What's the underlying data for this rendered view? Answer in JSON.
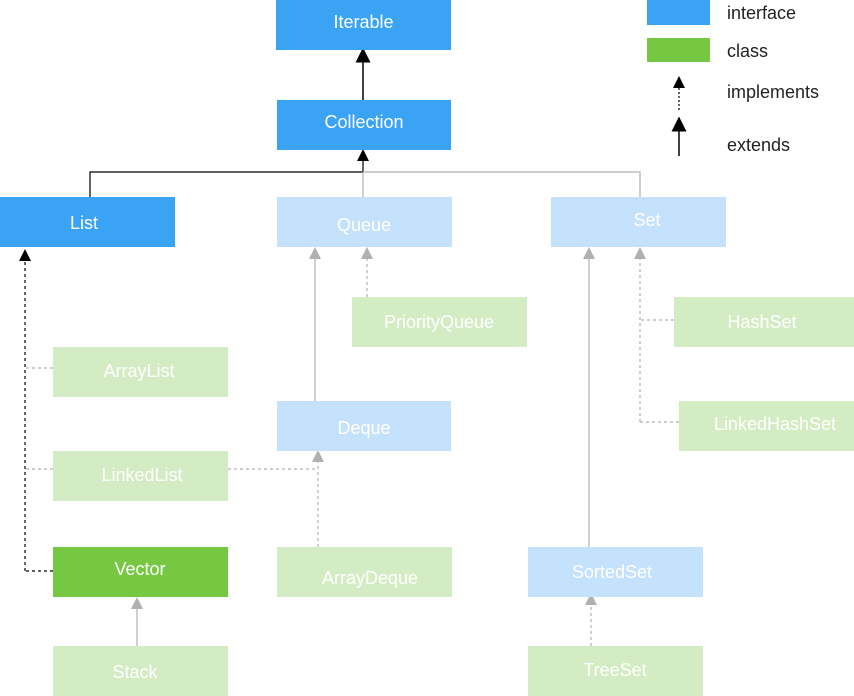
{
  "colors": {
    "interface": "#3aa3f4",
    "interface_faded": "#c4e2fb",
    "class": "#76c842",
    "class_faded": "#d4ecc4",
    "line_dark": "#000000",
    "line_faded": "#b0b0b0"
  },
  "legend": {
    "interface": "interface",
    "class": "class",
    "implements": "implements",
    "extends": "extends"
  },
  "nodes": {
    "iterable": "Iterable",
    "collection": "Collection",
    "list": "List",
    "queue": "Queue",
    "set": "Set",
    "priority_queue": "PriorityQueue",
    "hash_set": "HashSet",
    "array_list": "ArrayList",
    "deque": "Deque",
    "linked_hash_set": "LinkedHashSet",
    "linked_list": "LinkedList",
    "vector": "Vector",
    "array_deque": "ArrayDeque",
    "sorted_set": "SortedSet",
    "stack": "Stack",
    "tree_set": "TreeSet"
  }
}
